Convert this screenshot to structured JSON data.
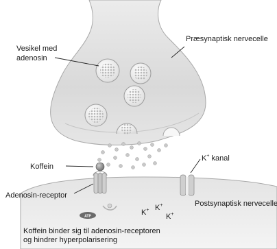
{
  "labels": {
    "vesicle_line1": "Vesikel med",
    "vesicle_line2": "adenosin",
    "presynaptic": "Præsynaptisk nervecelle",
    "caffeine": "Koffein",
    "k_channel_k": "K",
    "k_channel_sup": "+",
    "k_channel_rest": " kanal",
    "adenosine_receptor": "Adenosin-receptor",
    "postsynaptic": "Postsynaptisk nervecelle",
    "atp": "ATP",
    "k_ion": "K",
    "k_ion_sup": "+"
  },
  "caption": {
    "line1": "Koffein binder sig til adenosin-receptoren",
    "line2": "og hindrer hyperpolarisering"
  },
  "colors": {
    "neuron_fill": "#d8d8d8",
    "neuron_edge": "#9a9a9a",
    "vesicle_fill": "#f4f4f4",
    "dot": "#bdbdbd",
    "caffeine": "#8a8a8a"
  }
}
